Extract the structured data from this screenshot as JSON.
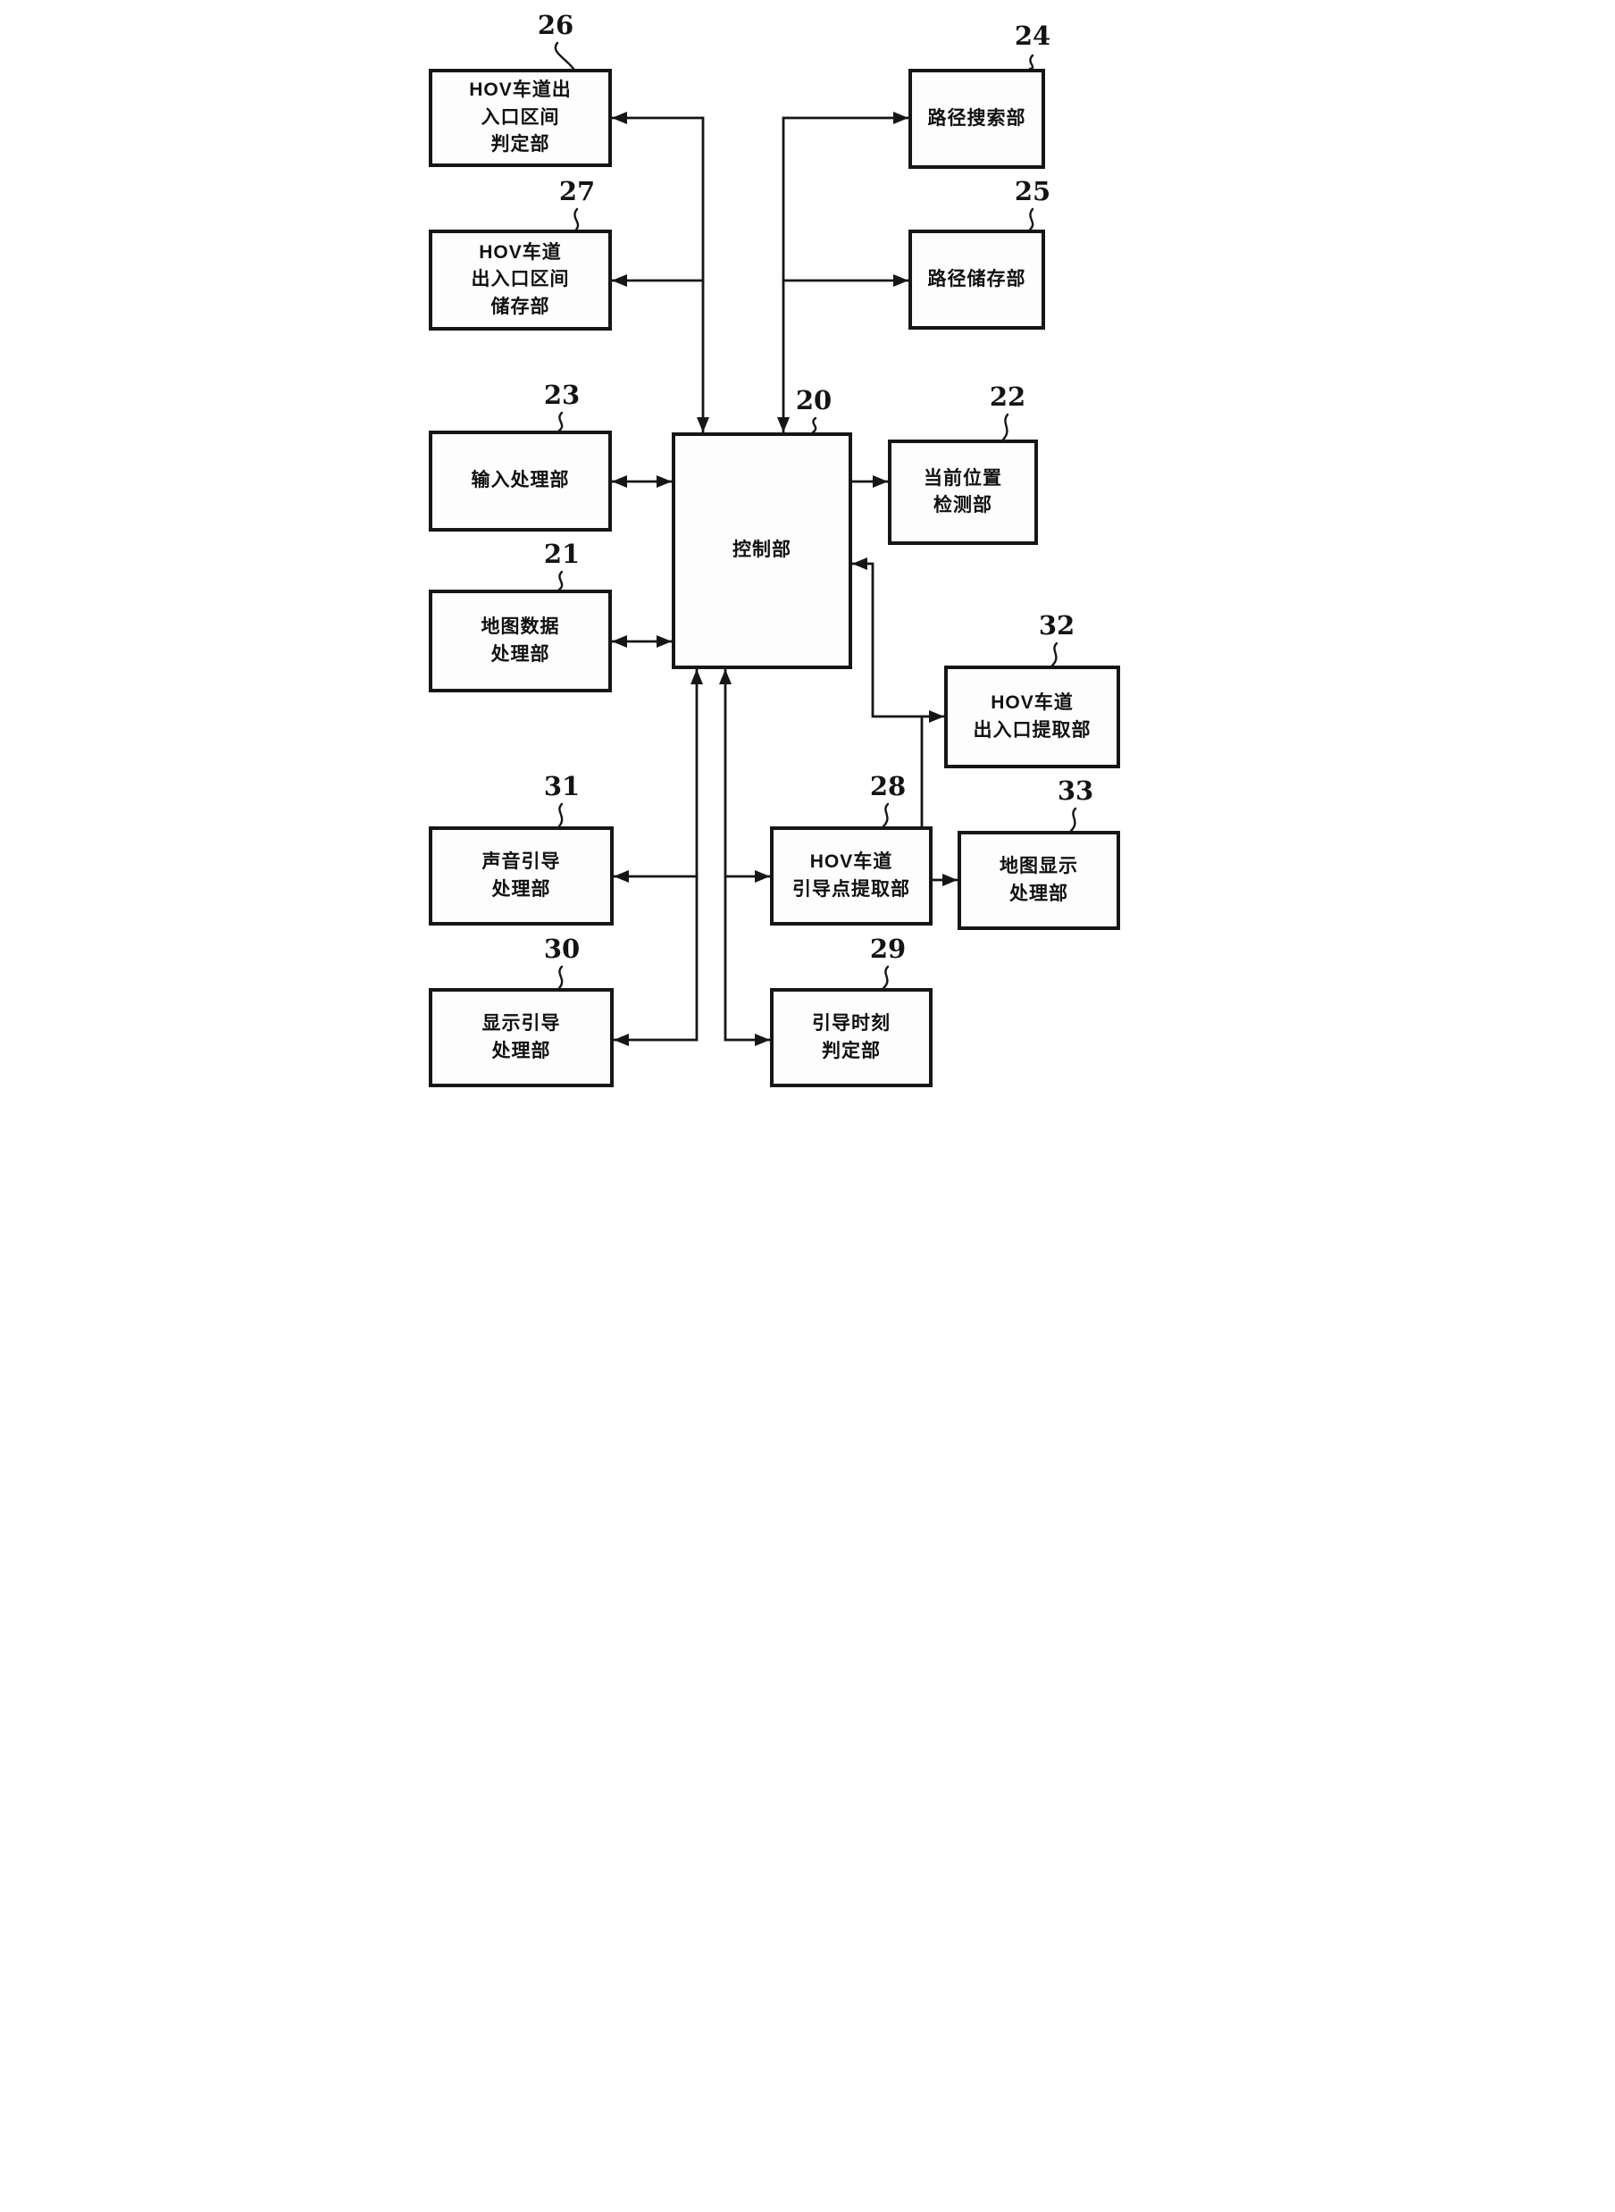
{
  "figure": {
    "type": "patent-block-diagram",
    "line_color": "#161616",
    "background_color": "#ffffff",
    "boxes": {
      "b20": {
        "ref": "20",
        "lines": [
          "控制部"
        ]
      },
      "b21": {
        "ref": "21",
        "lines": [
          "地图数据",
          "处理部"
        ]
      },
      "b22": {
        "ref": "22",
        "lines": [
          "当前位置",
          "检测部"
        ]
      },
      "b23": {
        "ref": "23",
        "lines": [
          "输入处理部"
        ]
      },
      "b24": {
        "ref": "24",
        "lines": [
          "路径搜索部"
        ]
      },
      "b25": {
        "ref": "25",
        "lines": [
          "路径储存部"
        ]
      },
      "b26": {
        "ref": "26",
        "lines": [
          "HOV车道出",
          "入口区间",
          "判定部"
        ]
      },
      "b27": {
        "ref": "27",
        "lines": [
          "HOV车道",
          "出入口区间",
          "储存部"
        ]
      },
      "b28": {
        "ref": "28",
        "lines": [
          "HOV车道",
          "引导点提取部"
        ]
      },
      "b29": {
        "ref": "29",
        "lines": [
          "引导时刻",
          "判定部"
        ]
      },
      "b30": {
        "ref": "30",
        "lines": [
          "显示引导",
          "处理部"
        ]
      },
      "b31": {
        "ref": "31",
        "lines": [
          "声音引导",
          "处理部"
        ]
      },
      "b32": {
        "ref": "32",
        "lines": [
          "HOV车道",
          "出入口提取部"
        ]
      },
      "b33": {
        "ref": "33",
        "lines": [
          "地图显示",
          "处理部"
        ]
      }
    },
    "connections": [
      {
        "net": "A",
        "terminals": [
          "20-top",
          "26",
          "27"
        ],
        "arrowheads": [
          "into-26",
          "into-27",
          "into-20-top"
        ]
      },
      {
        "net": "B",
        "terminals": [
          "20-top",
          "24",
          "25"
        ],
        "arrowheads": [
          "into-24",
          "into-25",
          "into-20-top"
        ]
      },
      {
        "net": "C",
        "terminals": [
          "23",
          "20-left"
        ],
        "double_headed": true
      },
      {
        "net": "D",
        "terminals": [
          "20-right",
          "22"
        ],
        "double_headed": true
      },
      {
        "net": "E",
        "terminals": [
          "21",
          "20-left"
        ],
        "double_headed": true
      },
      {
        "net": "F",
        "terminals": [
          "20-right",
          "32",
          "33"
        ],
        "arrowheads": [
          "into-20-right",
          "into-32",
          "into-33"
        ]
      },
      {
        "net": "G1",
        "terminals": [
          "20-bottom",
          "31",
          "30"
        ],
        "arrowheads": [
          "into-20-bottom",
          "into-31",
          "into-30"
        ]
      },
      {
        "net": "G2",
        "terminals": [
          "20-bottom",
          "28",
          "29"
        ],
        "arrowheads": [
          "into-20-bottom",
          "into-28",
          "into-29"
        ]
      }
    ]
  }
}
